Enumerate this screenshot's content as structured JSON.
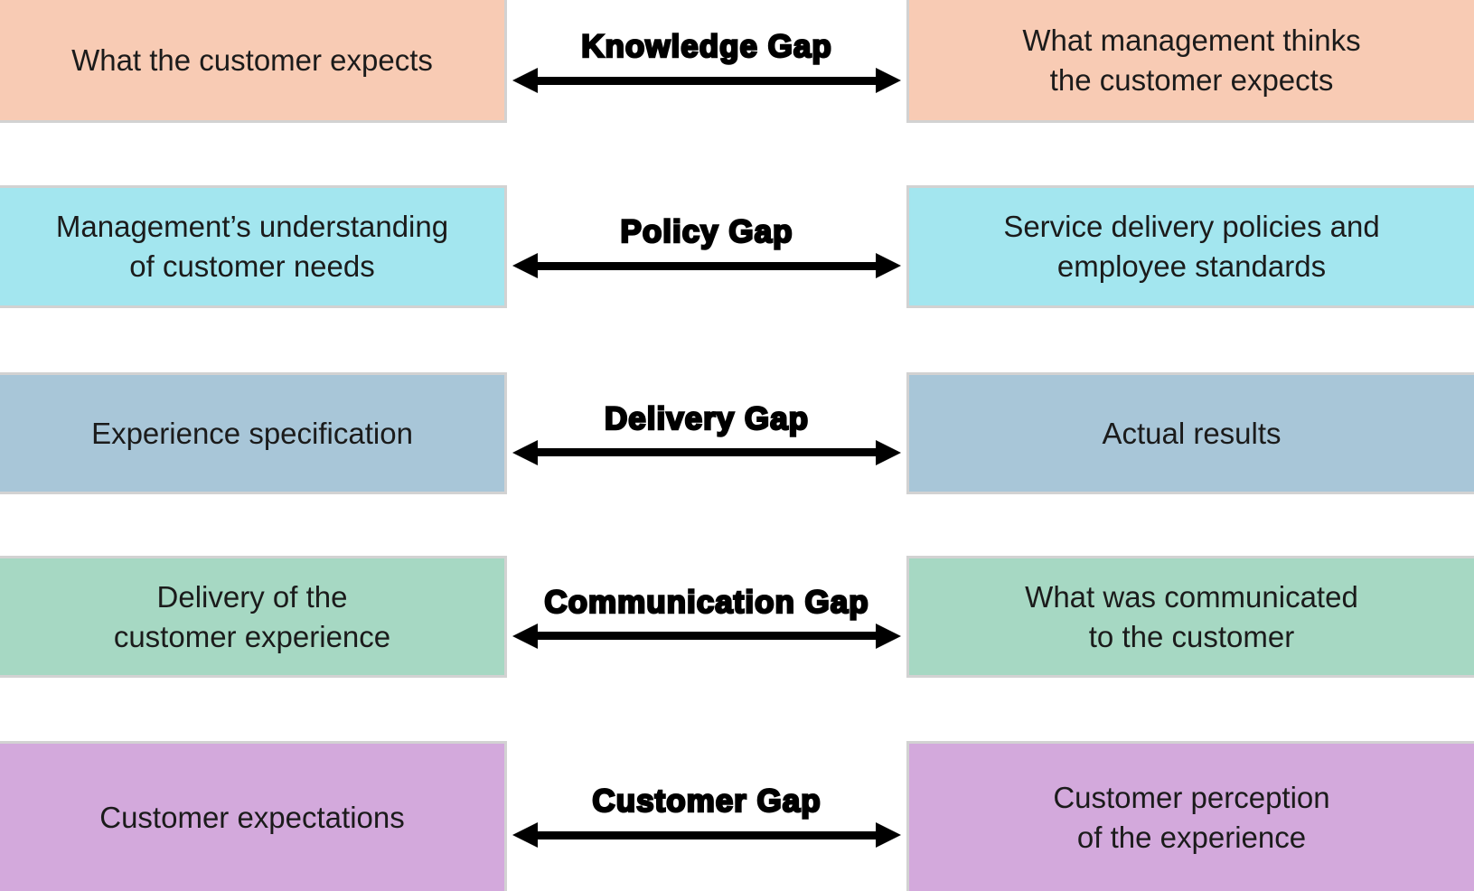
{
  "diagram": {
    "type": "gap-model-of-service-quality",
    "arrow_color": "#000000",
    "border_color": "#d2d2d2",
    "text_color": "#1b1b1b",
    "rows": [
      {
        "left": "What the customer expects",
        "gap": "Knowledge Gap",
        "right": "What management thinks\nthe customer expects",
        "color": "#f8cbb4"
      },
      {
        "left": "Management’s understanding\nof customer needs",
        "gap": "Policy Gap",
        "right": "Service delivery policies and\nemployee standards",
        "color": "#a3e6ef"
      },
      {
        "left": "Experience specification",
        "gap": "Delivery Gap",
        "right": "Actual results",
        "color": "#a8c6d8"
      },
      {
        "left": "Delivery of the\ncustomer experience",
        "gap": "Communication Gap",
        "right": "What was communicated\nto the customer",
        "color": "#a6d8c3"
      },
      {
        "left": "Customer expectations",
        "gap": "Customer Gap",
        "right": "Customer perception\nof the experience",
        "color": "#d3a9dc"
      }
    ]
  }
}
